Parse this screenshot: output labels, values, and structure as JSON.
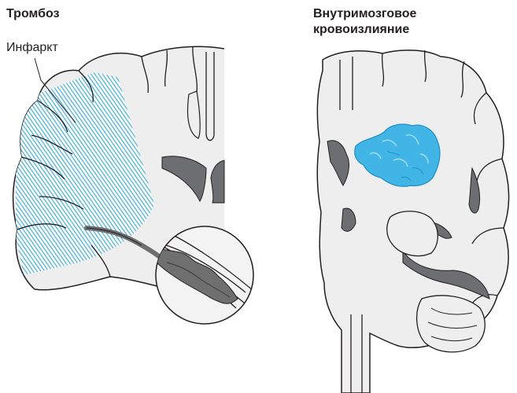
{
  "panels": {
    "left": {
      "title": "Тромбоз",
      "labels": {
        "infarct": "Инфаркт"
      }
    },
    "right": {
      "title_lines": [
        "Внутримозговое",
        "кровоизлияние"
      ]
    }
  },
  "colors": {
    "infarct_blue": "#4fb3d9",
    "hemorrhage_blue": "#41b6e6",
    "brain_fill": "#eeeeee",
    "ventricle_gray": "#6d6e71",
    "outline": "#231f20",
    "clot_gray": "#6f6f6f"
  }
}
